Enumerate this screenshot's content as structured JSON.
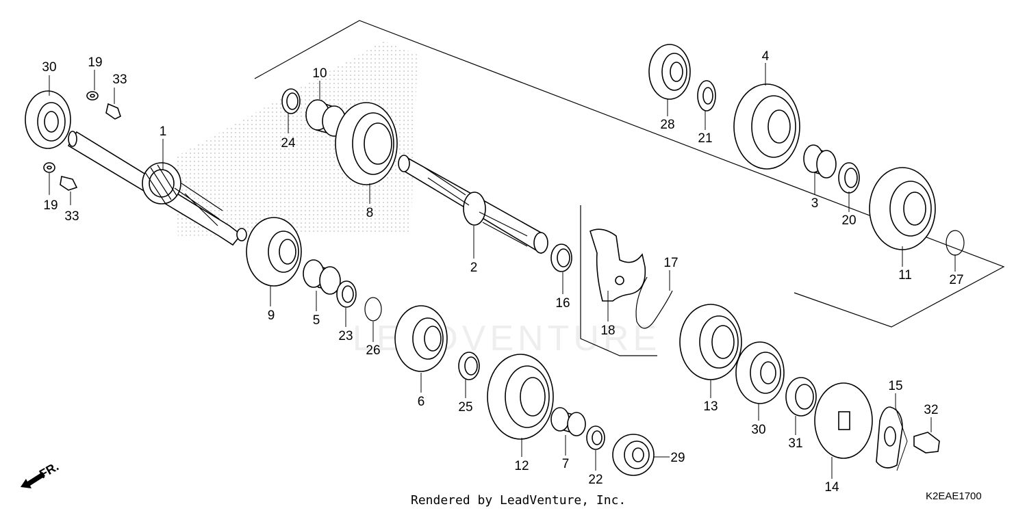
{
  "diagram": {
    "code": "K2EAE1700",
    "footer": "Rendered by LeadVenture, Inc.",
    "direction_label": "FR.",
    "watermark": "LEADVENTURE",
    "callouts": [
      {
        "id": "c30a",
        "text": "30"
      },
      {
        "id": "c19a",
        "text": "19"
      },
      {
        "id": "c33a",
        "text": "33"
      },
      {
        "id": "c1",
        "text": "1"
      },
      {
        "id": "c19b",
        "text": "19"
      },
      {
        "id": "c33b",
        "text": "33"
      },
      {
        "id": "c10",
        "text": "10"
      },
      {
        "id": "c24",
        "text": "24"
      },
      {
        "id": "c8",
        "text": "8"
      },
      {
        "id": "c9",
        "text": "9"
      },
      {
        "id": "c5",
        "text": "5"
      },
      {
        "id": "c23",
        "text": "23"
      },
      {
        "id": "c26",
        "text": "26"
      },
      {
        "id": "c6",
        "text": "6"
      },
      {
        "id": "c25",
        "text": "25"
      },
      {
        "id": "c2",
        "text": "2"
      },
      {
        "id": "c16",
        "text": "16"
      },
      {
        "id": "c18",
        "text": "18"
      },
      {
        "id": "c17",
        "text": "17"
      },
      {
        "id": "c12",
        "text": "12"
      },
      {
        "id": "c7",
        "text": "7"
      },
      {
        "id": "c22",
        "text": "22"
      },
      {
        "id": "c29",
        "text": "29"
      },
      {
        "id": "c13",
        "text": "13"
      },
      {
        "id": "c30b",
        "text": "30"
      },
      {
        "id": "c31",
        "text": "31"
      },
      {
        "id": "c14",
        "text": "14"
      },
      {
        "id": "c15",
        "text": "15"
      },
      {
        "id": "c32",
        "text": "32"
      },
      {
        "id": "c28",
        "text": "28"
      },
      {
        "id": "c21",
        "text": "21"
      },
      {
        "id": "c4",
        "text": "4"
      },
      {
        "id": "c3",
        "text": "3"
      },
      {
        "id": "c20",
        "text": "20"
      },
      {
        "id": "c11",
        "text": "11"
      },
      {
        "id": "c27",
        "text": "27"
      }
    ]
  }
}
